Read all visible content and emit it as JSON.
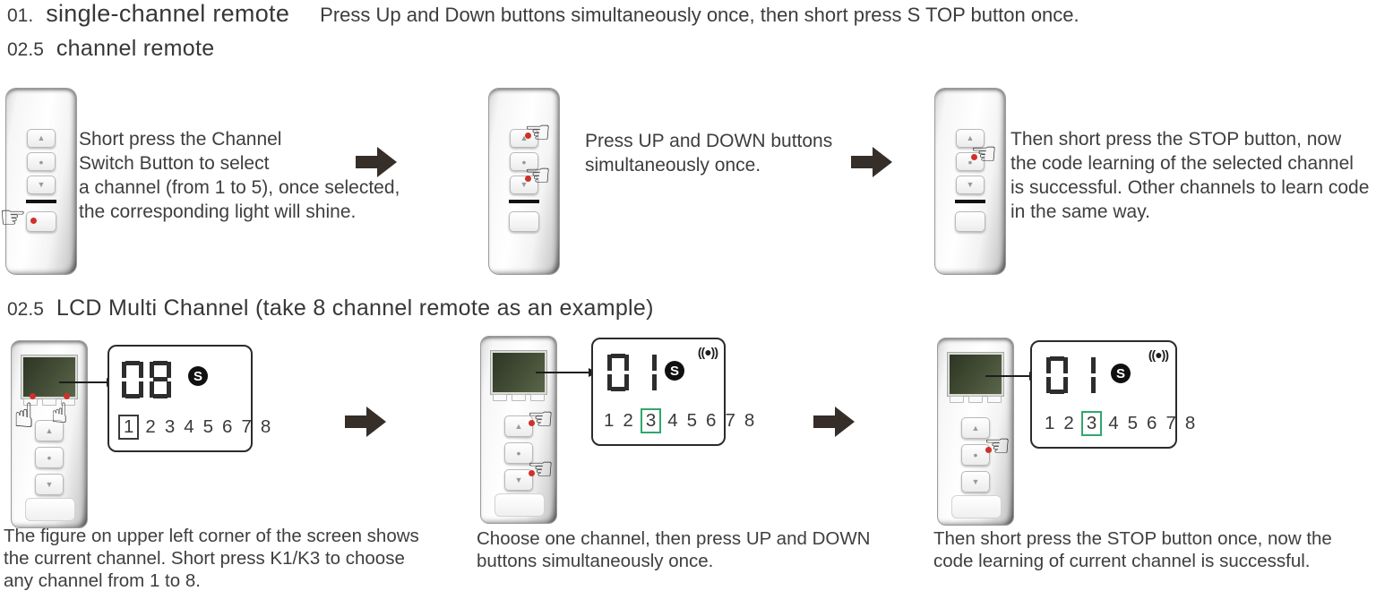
{
  "colors": {
    "text": "#3e3e3e",
    "arrow": "#362e29",
    "red_dot": "#d1302a",
    "green_box": "#2fa86e",
    "dark_box": "#3a3a3a",
    "segment": "#2d2d2d",
    "lcd_screen": "#454f37"
  },
  "header": {
    "step1_num": "01.",
    "step1_title": "single-channel remote",
    "step1_desc": "Press Up and Down buttons simultaneously once, then short press S TOP button once.",
    "step2_num": "02.5",
    "step2_title": "channel remote"
  },
  "section_lcd": {
    "num": "02.5",
    "title": "LCD Multi Channel (take 8 channel remote as an example)"
  },
  "row1": {
    "step1_lines": [
      "Short press the Channel",
      "Switch Button to select",
      "a channel (from 1 to 5), once selected,",
      "the corresponding light will shine."
    ],
    "step2_lines": [
      "Press UP and DOWN buttons",
      "simultaneously once."
    ],
    "step3_lines": [
      "Then short press the STOP button, now",
      "the code learning of the selected channel",
      "is successful. Other channels to learn code",
      "in the same way."
    ]
  },
  "row2": {
    "caption1_lines": [
      "The figure on upper left corner of the screen shows",
      "the current channel. Short press K1/K3 to choose",
      "any channel from 1 to 8."
    ],
    "caption2_lines": [
      "Choose one channel, then press UP and DOWN",
      "buttons simultaneously once."
    ],
    "caption3_lines": [
      "Then short press the STOP button once, now the",
      "code learning of current channel is successful."
    ],
    "callout1": {
      "digits": "08",
      "s_label": "S",
      "signal": "",
      "numbers": [
        "1",
        "2",
        "3",
        "4",
        "5",
        "6",
        "7",
        "8"
      ],
      "boxed": "1",
      "box_color": "#3a3a3a"
    },
    "callout2": {
      "digits": "01",
      "s_label": "S",
      "signal": "((●))",
      "numbers": [
        "1",
        "2",
        "3",
        "4",
        "5",
        "6",
        "7",
        "8"
      ],
      "boxed": "3",
      "box_color": "#2fa86e"
    },
    "callout3": {
      "digits": "01",
      "s_label": "S",
      "signal": "((●))",
      "numbers": [
        "1",
        "2",
        "3",
        "4",
        "5",
        "6",
        "7",
        "8"
      ],
      "boxed": "3",
      "box_color": "#2fa86e"
    }
  },
  "icons": {
    "up_arrow": "▲",
    "down_arrow": "▼",
    "stop_dot": "•",
    "hand_left": "☜",
    "hand_right": "☞",
    "hand_up": "☝"
  }
}
